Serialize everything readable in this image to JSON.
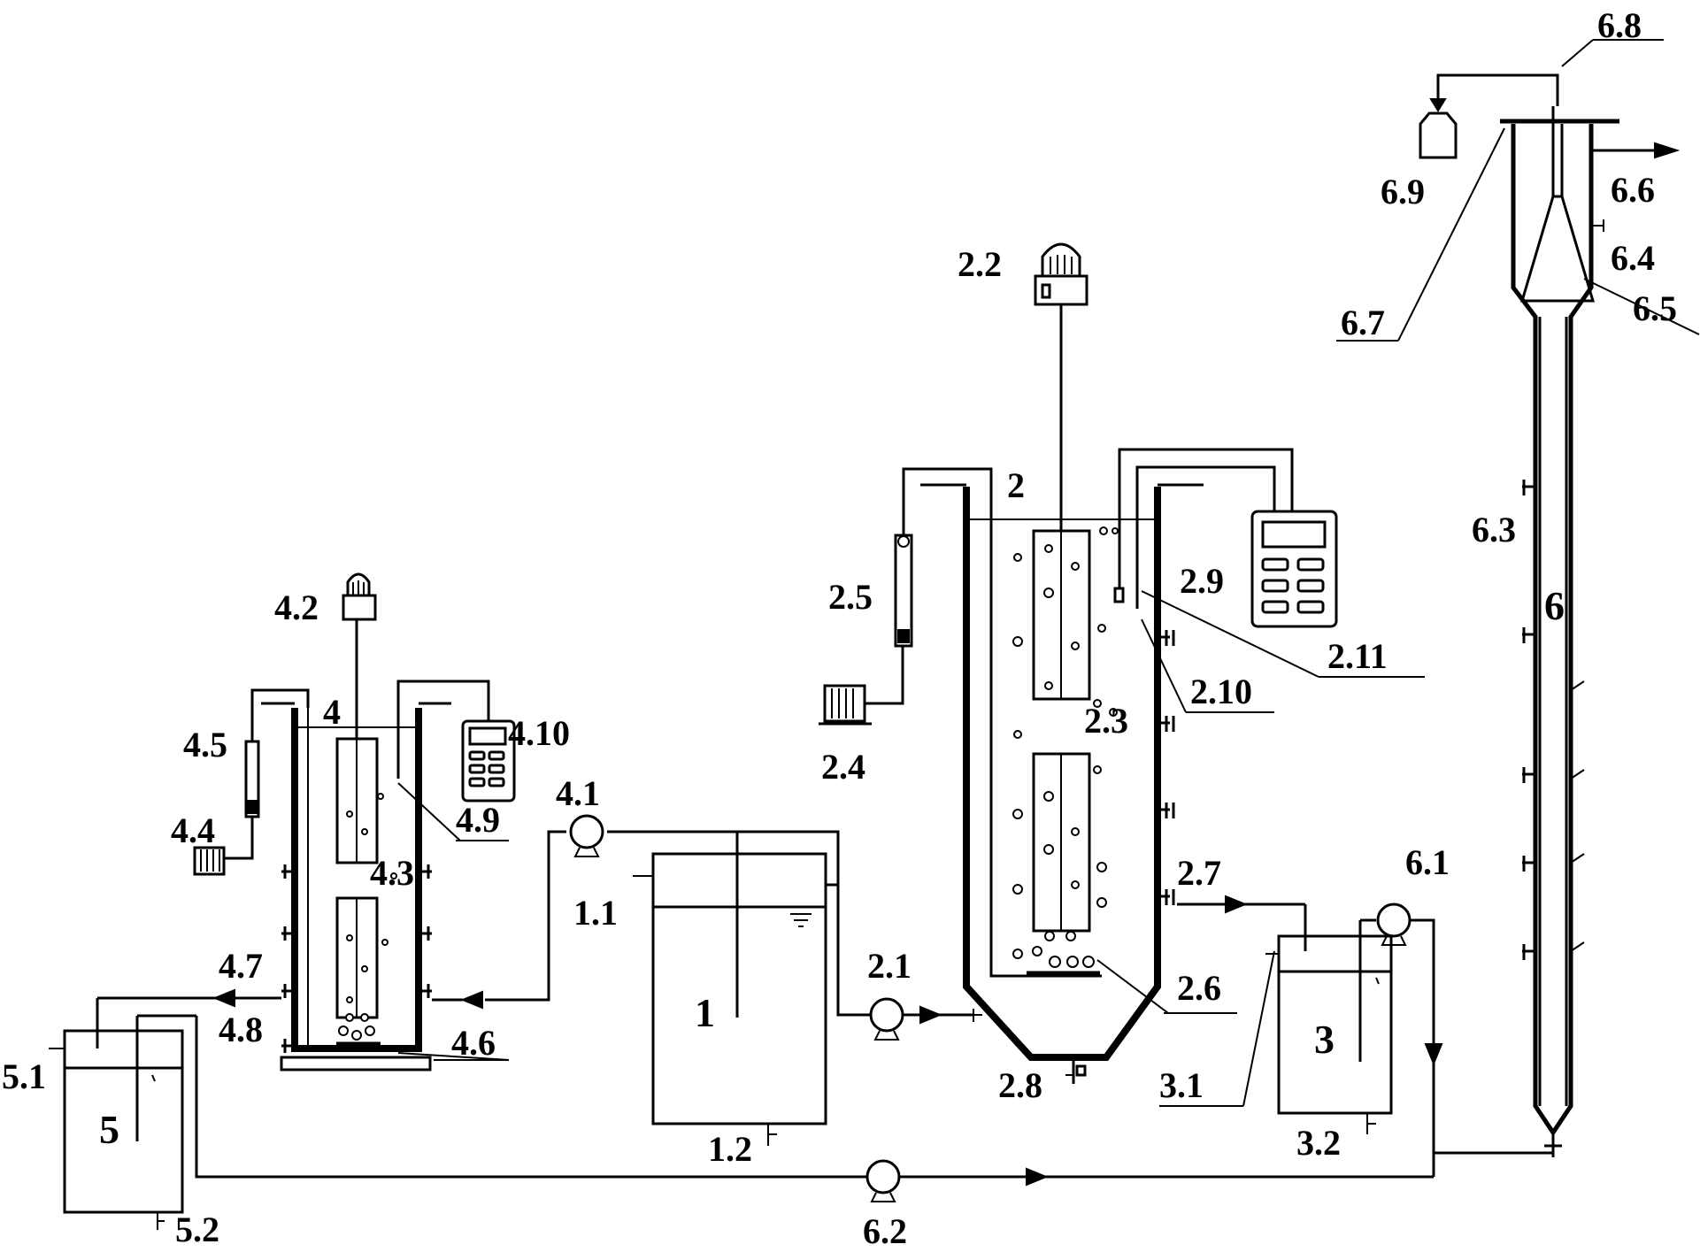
{
  "labels": {
    "l1": "1",
    "l1_1": "1.1",
    "l1_2": "1.2",
    "l2": "2",
    "l2_1": "2.1",
    "l2_2": "2.2",
    "l2_3": "2.3",
    "l2_4": "2.4",
    "l2_5": "2.5",
    "l2_6": "2.6",
    "l2_7": "2.7",
    "l2_8": "2.8",
    "l2_9": "2.9",
    "l2_10": "2.10",
    "l2_11": "2.11",
    "l3": "3",
    "l3_1": "3.1",
    "l3_2": "3.2",
    "l4": "4",
    "l4_1": "4.1",
    "l4_2": "4.2",
    "l4_3": "4.3",
    "l4_4": "4.4",
    "l4_5": "4.5",
    "l4_6": "4.6",
    "l4_7": "4.7",
    "l4_8": "4.8",
    "l4_9": "4.9",
    "l4_10": "4.10",
    "l5": "5",
    "l5_1": "5.1",
    "l5_2": "5.2",
    "l6": "6",
    "l6_1": "6.1",
    "l6_2": "6.2",
    "l6_3": "6.3",
    "l6_4": "6.4",
    "l6_5": "6.5",
    "l6_6": "6.6",
    "l6_7": "6.7",
    "l6_8": "6.8",
    "l6_9": "6.9"
  },
  "colors": {
    "line": "#000000",
    "background": "#ffffff"
  }
}
